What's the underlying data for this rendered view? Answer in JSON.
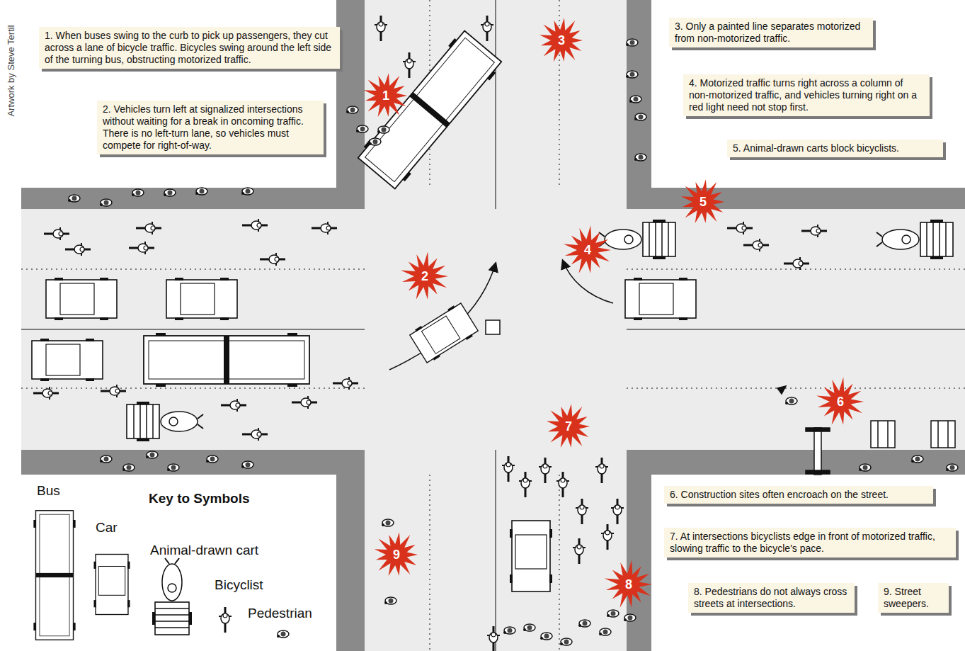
{
  "diagram": {
    "nodes": [
      {
        "text": [
          "1. When buses swing to the curb to pick up passengers, they cut across a lane of bicycle traffic. Bicycles swing around the left side of the turning bus, obstructing motorized traffic."
        ]
      },
      {
        "text": [
          "2. Vehicles turn left at signalized intersections without waiting for a break in oncoming traffic. There is no left-turn lane, so vehicles must compete for right-of-way."
        ]
      },
      {
        "text": [
          "3. Only a painted line separates motorized from non-motorized traffic."
        ]
      },
      {
        "text": [
          "4. Motorized traffic turns right across a column of non-motorized traffic, and vehicles turning right on a red light need not stop first."
        ]
      },
      {
        "text": [
          "5. Animal-drawn carts block bicyclists."
        ]
      },
      {
        "text": [
          "6. Construction sites often encroach on the street."
        ]
      },
      {
        "text": [
          "7. At intersections bicyclists edge in front of motorized traffic, slowing traffic to the bicycle's pace."
        ]
      },
      {
        "text": [
          "8. Pedestrians do not always cross streets at intersections."
        ]
      },
      {
        "text": [
          "9. Street sweepers."
        ]
      }
    ],
    "labels": [
      "Artwork by Steve Tertil",
      "1",
      "2",
      "3",
      "4",
      "5",
      "6",
      "7",
      "8",
      "9",
      "Key to Symbols"
    ],
    "legend": [
      {
        "text": "Bus"
      },
      {
        "text": "Car"
      },
      {
        "text": "Animal-drawn cart"
      },
      {
        "text": "Bicyclist"
      },
      {
        "text": "Pedestrian"
      }
    ]
  }
}
